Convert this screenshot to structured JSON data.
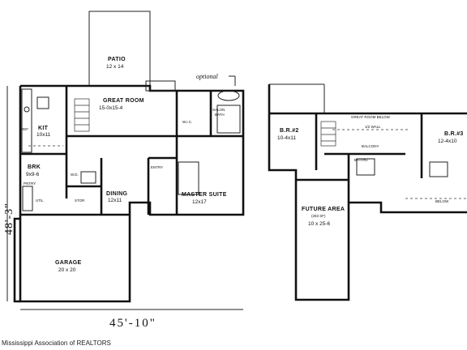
{
  "first_floor": {
    "patio": {
      "name": "PATIO",
      "size": "12 x 14"
    },
    "great_room": {
      "name": "GREAT ROOM",
      "size": "15-0x15-4"
    },
    "kitchen": {
      "name": "KIT",
      "size": "10x11"
    },
    "breakfast": {
      "name": "BRK",
      "size": "9x9-6"
    },
    "dining": {
      "name": "DINING",
      "size": "12x11"
    },
    "master_suite": {
      "name": "MASTER SUITE",
      "size": "12x17"
    },
    "master_bath": {
      "name": "SALON",
      "sub": "BATH"
    },
    "garage": {
      "name": "GARAGE",
      "size": "20 x 20"
    },
    "entry": "ENTRY",
    "optional_note": "optional",
    "small_labels": {
      "ref": "REF",
      "wd": "W.D.",
      "stor": "STOR",
      "wic": "W.I.C.",
      "pantry": "PNTRY",
      "util": "UTIL"
    },
    "width_dim": "45'-10\"",
    "depth_dim": "48'-3\""
  },
  "second_floor": {
    "br2": {
      "name": "B.R.#2",
      "size": "10-4x11"
    },
    "br3": {
      "name": "B.R.#3",
      "size": "12-4x10"
    },
    "future_area": {
      "name": "FUTURE AREA",
      "sub": "(283 SF)",
      "size": "10 x 25-6"
    },
    "great_room_below": "GREAT ROOM BELOW",
    "below": "BELOW",
    "half_wall": "1/2 WALL",
    "balcony": "BALCONY",
    "bath2": "BATH#2"
  },
  "copyright": "Mississippi Association of REALTORS"
}
